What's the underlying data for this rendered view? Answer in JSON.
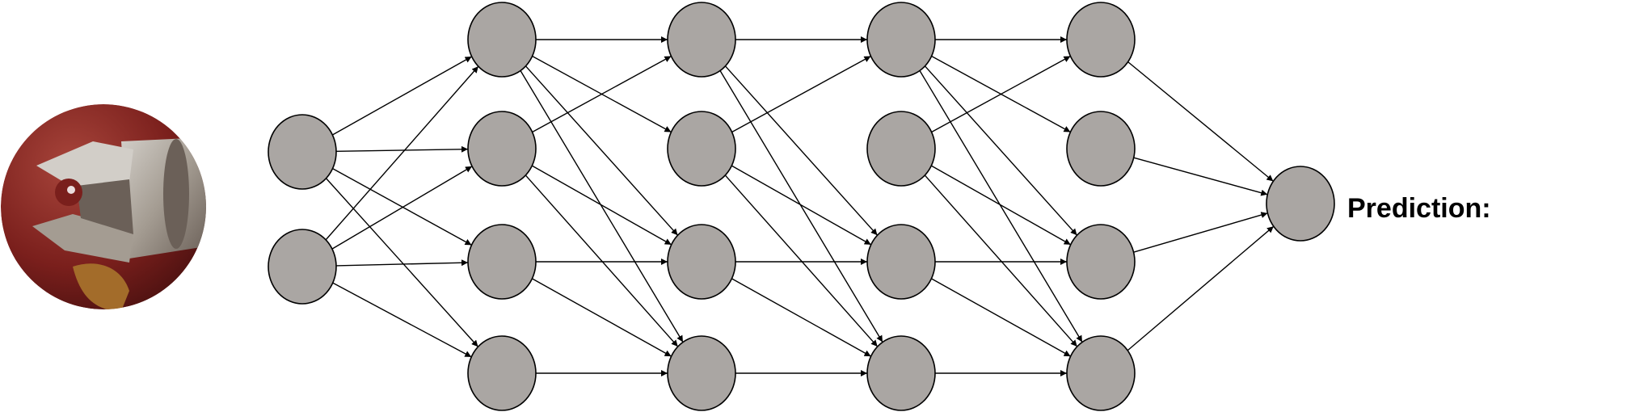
{
  "diagram": {
    "prediction_label": "Prediction:",
    "input_image": {
      "icon": "surgical-tool-photo",
      "colors": {
        "tissue_dark": "#3a0c0c",
        "tissue": "#7a1f1c",
        "tissue_light": "#a8453b",
        "metal": "#a49c92",
        "metal_light": "#d2cec8",
        "metal_dark": "#6b6058",
        "amber": "#a36c2a"
      }
    },
    "colors": {
      "node_fill": "#aaa6a3",
      "node_stroke": "#000000",
      "edge": "#000000",
      "background": "#ffffff"
    },
    "layers": [
      {
        "name": "input",
        "nodes": 2
      },
      {
        "name": "hidden-1",
        "nodes": 4
      },
      {
        "name": "hidden-2",
        "nodes": 4
      },
      {
        "name": "hidden-3",
        "nodes": 4
      },
      {
        "name": "hidden-4",
        "nodes": 4
      },
      {
        "name": "output",
        "nodes": 1
      }
    ],
    "connections": [
      {
        "from_layer": 0,
        "pairs": [
          [
            0,
            0
          ],
          [
            0,
            1
          ],
          [
            0,
            2
          ],
          [
            0,
            3
          ],
          [
            1,
            0
          ],
          [
            1,
            1
          ],
          [
            1,
            2
          ],
          [
            1,
            3
          ]
        ]
      },
      {
        "from_layer": 1,
        "pairs": [
          [
            0,
            0
          ],
          [
            0,
            1
          ],
          [
            0,
            2
          ],
          [
            0,
            3
          ],
          [
            1,
            0
          ],
          [
            1,
            2
          ],
          [
            1,
            3
          ],
          [
            2,
            2
          ],
          [
            2,
            3
          ],
          [
            3,
            3
          ]
        ]
      },
      {
        "from_layer": 2,
        "pairs": [
          [
            0,
            0
          ],
          [
            0,
            2
          ],
          [
            0,
            3
          ],
          [
            1,
            0
          ],
          [
            1,
            2
          ],
          [
            1,
            3
          ],
          [
            2,
            2
          ],
          [
            2,
            3
          ],
          [
            3,
            3
          ]
        ]
      },
      {
        "from_layer": 3,
        "pairs": [
          [
            0,
            0
          ],
          [
            0,
            1
          ],
          [
            0,
            2
          ],
          [
            0,
            3
          ],
          [
            1,
            0
          ],
          [
            1,
            2
          ],
          [
            1,
            3
          ],
          [
            2,
            2
          ],
          [
            2,
            3
          ],
          [
            3,
            3
          ]
        ]
      },
      {
        "from_layer": 4,
        "pairs": [
          [
            0,
            0
          ],
          [
            1,
            0
          ],
          [
            2,
            0
          ],
          [
            3,
            0
          ]
        ]
      }
    ]
  }
}
